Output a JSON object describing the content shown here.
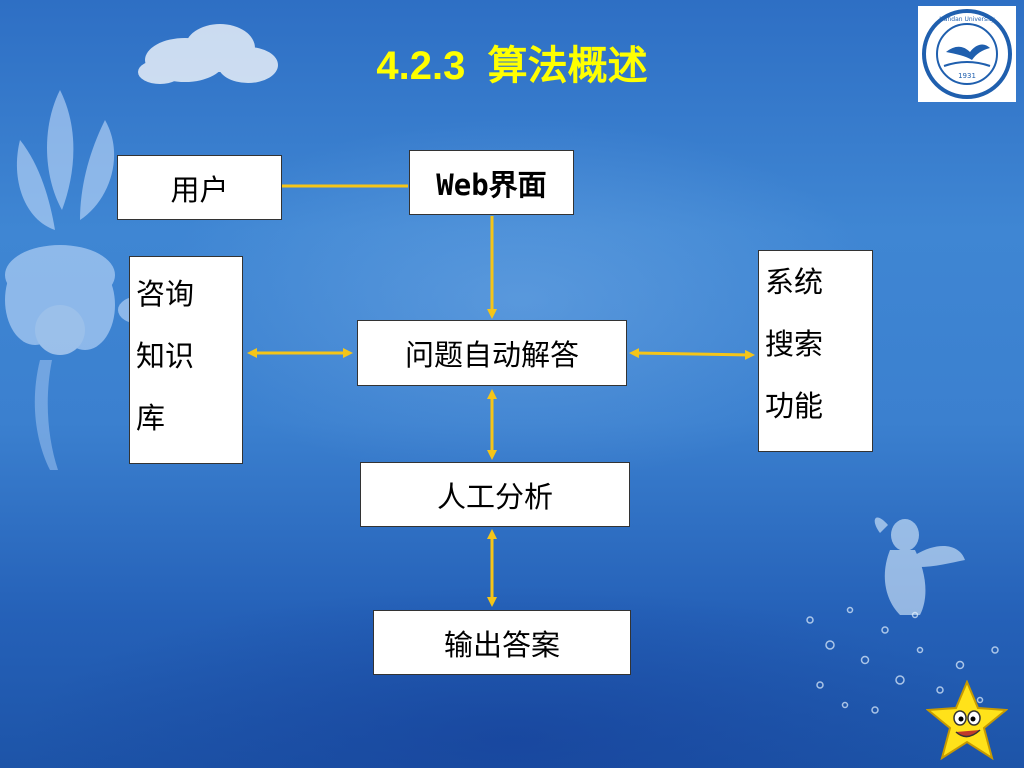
{
  "slide": {
    "title": "4.2.3  算法概述"
  },
  "diagram": {
    "nodes": {
      "user": "用户",
      "web_ui": "Web界面",
      "kb_lines": [
        "咨询",
        "知识",
        "库"
      ],
      "auto_answer": "问题自动解答",
      "search_lines": [
        "系统",
        "搜索",
        "功能"
      ],
      "manual_analysis": "人工分析",
      "output_answer": "输出答案"
    },
    "connections": [
      {
        "from": "user",
        "to": "web_ui",
        "type": "line"
      },
      {
        "from": "web_ui",
        "to": "auto_answer",
        "type": "arrow"
      },
      {
        "from": "kb",
        "to": "auto_answer",
        "type": "double-arrow"
      },
      {
        "from": "auto_answer",
        "to": "search",
        "type": "double-arrow"
      },
      {
        "from": "auto_answer",
        "to": "manual_analysis",
        "type": "double-arrow"
      },
      {
        "from": "manual_analysis",
        "to": "output_answer",
        "type": "double-arrow"
      }
    ],
    "colors": {
      "connector": "#f5c518",
      "title": "#ffff00",
      "box_fill": "#ffffff"
    }
  },
  "logo": {
    "icon": "university-seal-icon",
    "seal_text": [
      "Handan University",
      "1931"
    ]
  },
  "decorations": {
    "icons": [
      "flower-icon",
      "cloud-icon",
      "fairy-icon",
      "star-mascot-icon",
      "bubbles-icon"
    ]
  }
}
